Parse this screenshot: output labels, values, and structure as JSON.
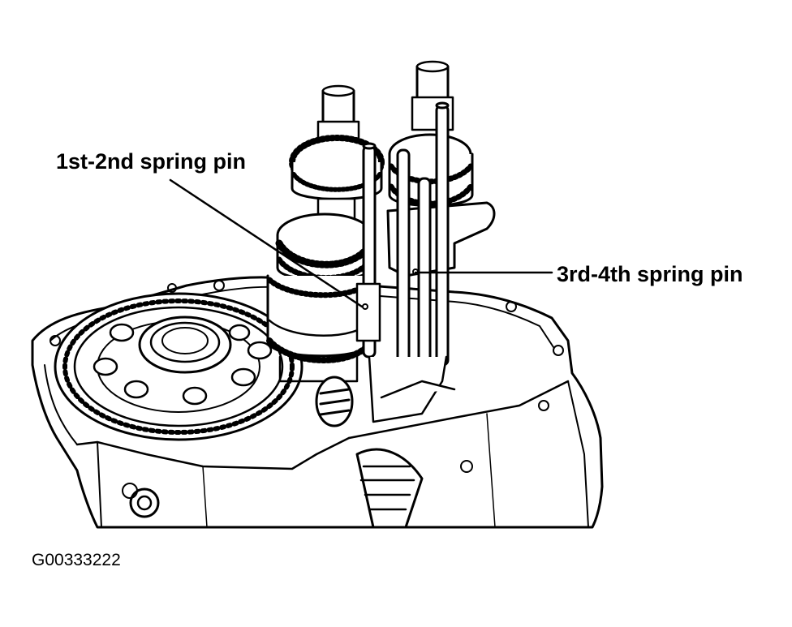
{
  "callouts": {
    "first_second_spring_pin": "1st-2nd spring pin",
    "third_fourth_spring_pin": "3rd-4th spring pin"
  },
  "figure_code": "G00333222",
  "colors": {
    "ink": "#000000",
    "paper": "#ffffff"
  }
}
